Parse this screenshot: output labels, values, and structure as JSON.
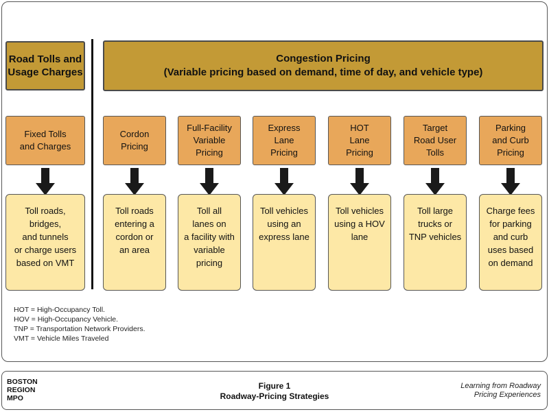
{
  "headers": {
    "left": "Road Tolls and Usage Charges",
    "right_line1": "Congestion Pricing",
    "right_line2": "(Variable pricing based on demand, time of day, and vehicle type)"
  },
  "strategies": [
    {
      "name": "Fixed Tolls\nand Charges",
      "desc": "Toll roads,\nbridges,\nand tunnels\nor charge users\nbased on VMT"
    },
    {
      "name": "Cordon\nPricing",
      "desc": "Toll roads\nentering a\ncordon or\nan area"
    },
    {
      "name": "Full-Facility\nVariable\nPricing",
      "desc": "Toll all\nlanes on\na facility with\nvariable\npricing"
    },
    {
      "name": "Express\nLane\nPricing",
      "desc": "Toll vehicles\nusing an\nexpress lane"
    },
    {
      "name": "HOT\nLane\nPricing",
      "desc": "Toll vehicles\nusing a HOV\nlane"
    },
    {
      "name": "Target\nRoad User\nTolls",
      "desc": "Toll large\ntrucks or\nTNP vehicles"
    },
    {
      "name": "Parking\nand Curb\nPricing",
      "desc": "Charge fees\nfor parking\nand curb\nuses based\non demand"
    }
  ],
  "abbreviations": [
    "HOT = High-Occupancy Toll.",
    "HOV = High-Occupancy Vehicle.",
    "TNP = Transportation Network Providers.",
    "VMT = Vehicle Miles Traveled"
  ],
  "footer": {
    "org_line1": "BOSTON",
    "org_line2": "REGION",
    "org_line3": "MPO",
    "figure_number": "Figure 1",
    "figure_title": "Roadway-Pricing Strategies",
    "source_line1": "Learning from Roadway",
    "source_line2": "Pricing Experiences"
  },
  "colors": {
    "header_fill": "#c39a36",
    "category_fill": "#e8a75a",
    "description_fill": "#fde8a6",
    "arrow": "#1a1a1a"
  },
  "icons": {
    "flow_arrow": "down-arrow-icon"
  }
}
